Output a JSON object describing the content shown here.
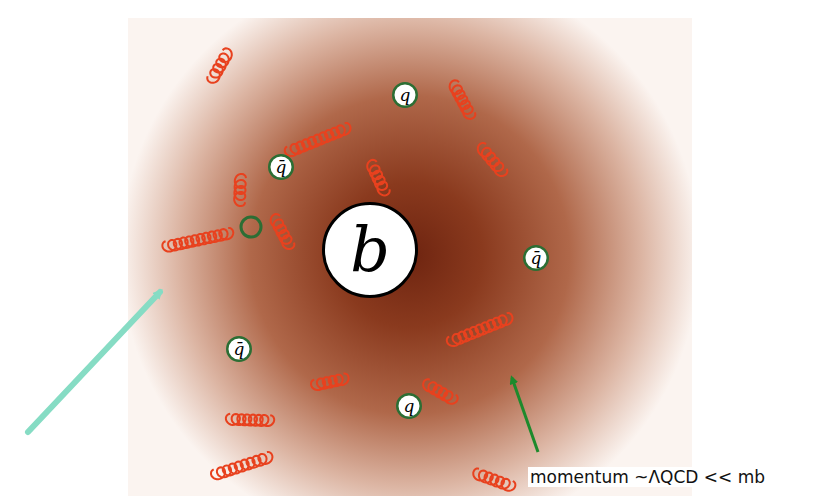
{
  "diagram": {
    "nodes": [
      {
        "text": [
          "q"
        ]
      },
      {
        "text": [
          "q̄"
        ]
      },
      {
        "text": [
          "b"
        ]
      },
      {
        "text": [
          "q̄"
        ]
      },
      {
        "text": [
          "q̄"
        ]
      },
      {
        "text": [
          "q"
        ]
      }
    ],
    "labels": [
      "momentum ~ΛQCD << mb"
    ]
  }
}
